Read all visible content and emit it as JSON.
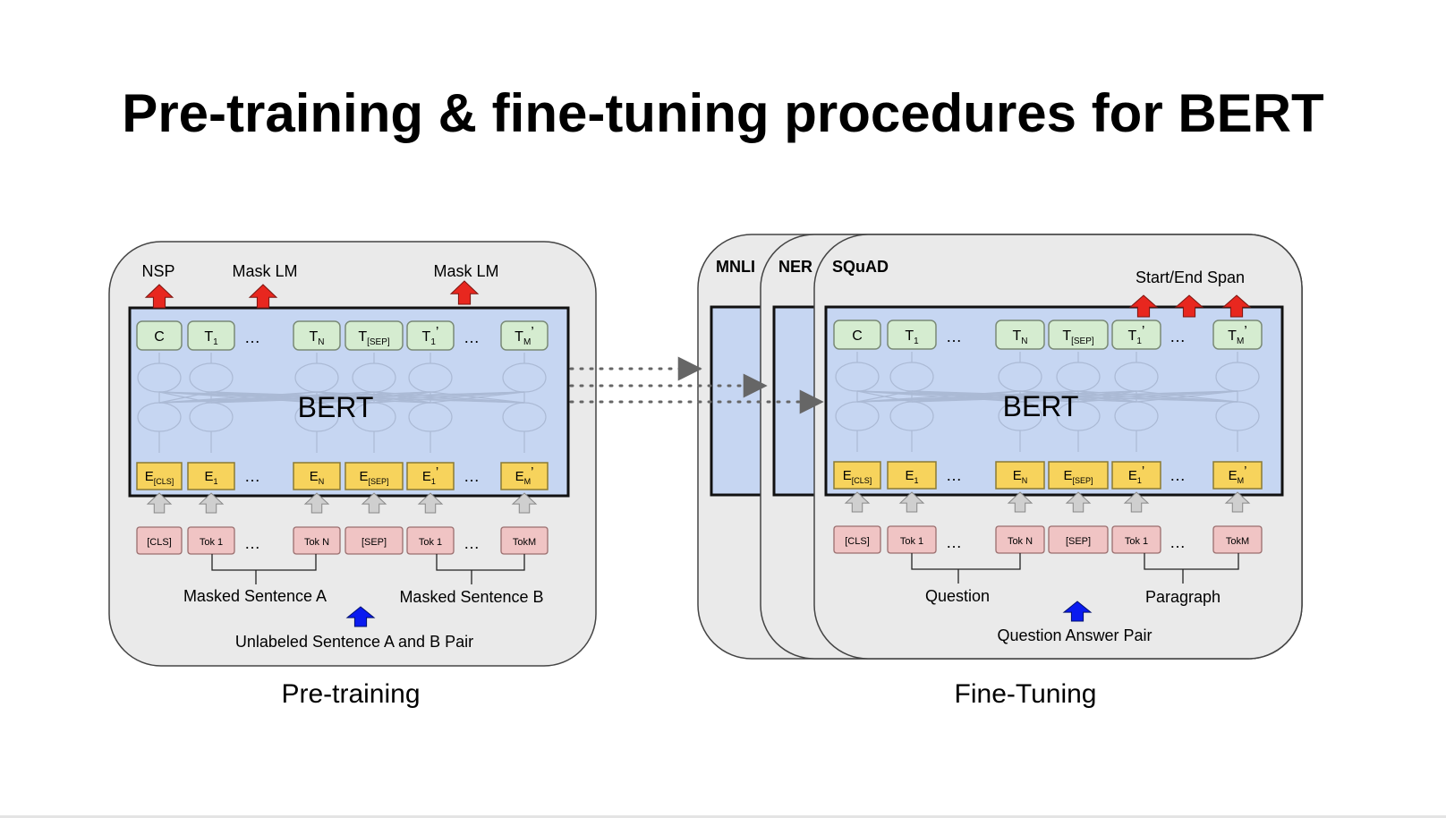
{
  "title": "Pre-training & fine-tuning procedures for BERT",
  "colors": {
    "panel_bg": "#eaeaea",
    "bert_box": "#c6d6f2",
    "output_token": "#d5ecd0",
    "embedding": "#f7d35c",
    "input_token": "#f0c4c4",
    "red_arrow": "#e8271f",
    "blue_arrow": "#0a1bf0",
    "gray_arrow": "#cfcfcf"
  },
  "pretraining": {
    "caption": "Pre-training",
    "model_label": "BERT",
    "heads": {
      "nsp": "NSP",
      "mask_lm_a": "Mask LM",
      "mask_lm_b": "Mask LM"
    },
    "outputs": [
      {
        "base": "C",
        "sub": "",
        "prime": ""
      },
      {
        "base": "T",
        "sub": "1",
        "prime": ""
      },
      {
        "base": "...",
        "sub": "",
        "prime": ""
      },
      {
        "base": "T",
        "sub": "N",
        "prime": ""
      },
      {
        "base": "T",
        "sub": "[SEP]",
        "prime": ""
      },
      {
        "base": "T",
        "sub": "1",
        "prime": "’"
      },
      {
        "base": "...",
        "sub": "",
        "prime": ""
      },
      {
        "base": "T",
        "sub": "M",
        "prime": "’"
      }
    ],
    "embeddings": [
      {
        "base": "E",
        "sub": "[CLS]",
        "prime": ""
      },
      {
        "base": "E",
        "sub": "1",
        "prime": ""
      },
      {
        "base": "...",
        "sub": "",
        "prime": ""
      },
      {
        "base": "E",
        "sub": "N",
        "prime": ""
      },
      {
        "base": "E",
        "sub": "[SEP]",
        "prime": ""
      },
      {
        "base": "E",
        "sub": "1",
        "prime": "’"
      },
      {
        "base": "...",
        "sub": "",
        "prime": ""
      },
      {
        "base": "E",
        "sub": "M",
        "prime": "’"
      }
    ],
    "inputs": [
      "[CLS]",
      "Tok 1",
      "...",
      "Tok N",
      "[SEP]",
      "Tok 1",
      "...",
      "TokM"
    ],
    "segment_a": "Masked Sentence A",
    "segment_b": "Masked Sentence B",
    "pair_label": "Unlabeled Sentence A and B Pair"
  },
  "finetuning": {
    "caption": "Fine-Tuning",
    "tasks": [
      "MNLI",
      "NER",
      "SQuAD"
    ],
    "model_label": "BERT",
    "head": "Start/End Span",
    "outputs": [
      {
        "base": "C",
        "sub": "",
        "prime": ""
      },
      {
        "base": "T",
        "sub": "1",
        "prime": ""
      },
      {
        "base": "...",
        "sub": "",
        "prime": ""
      },
      {
        "base": "T",
        "sub": "N",
        "prime": ""
      },
      {
        "base": "T",
        "sub": "[SEP]",
        "prime": ""
      },
      {
        "base": "T",
        "sub": "1",
        "prime": "’"
      },
      {
        "base": "...",
        "sub": "",
        "prime": ""
      },
      {
        "base": "T",
        "sub": "M",
        "prime": "’"
      }
    ],
    "embeddings": [
      {
        "base": "E",
        "sub": "[CLS]",
        "prime": ""
      },
      {
        "base": "E",
        "sub": "1",
        "prime": ""
      },
      {
        "base": "...",
        "sub": "",
        "prime": ""
      },
      {
        "base": "E",
        "sub": "N",
        "prime": ""
      },
      {
        "base": "E",
        "sub": "[SEP]",
        "prime": ""
      },
      {
        "base": "E",
        "sub": "1",
        "prime": "’"
      },
      {
        "base": "...",
        "sub": "",
        "prime": ""
      },
      {
        "base": "E",
        "sub": "M",
        "prime": "’"
      }
    ],
    "inputs": [
      "[CLS]",
      "Tok 1",
      "...",
      "Tok N",
      "[SEP]",
      "Tok 1",
      "...",
      "TokM"
    ],
    "segment_a": "Question",
    "segment_b": "Paragraph",
    "pair_label": "Question Answer Pair"
  }
}
